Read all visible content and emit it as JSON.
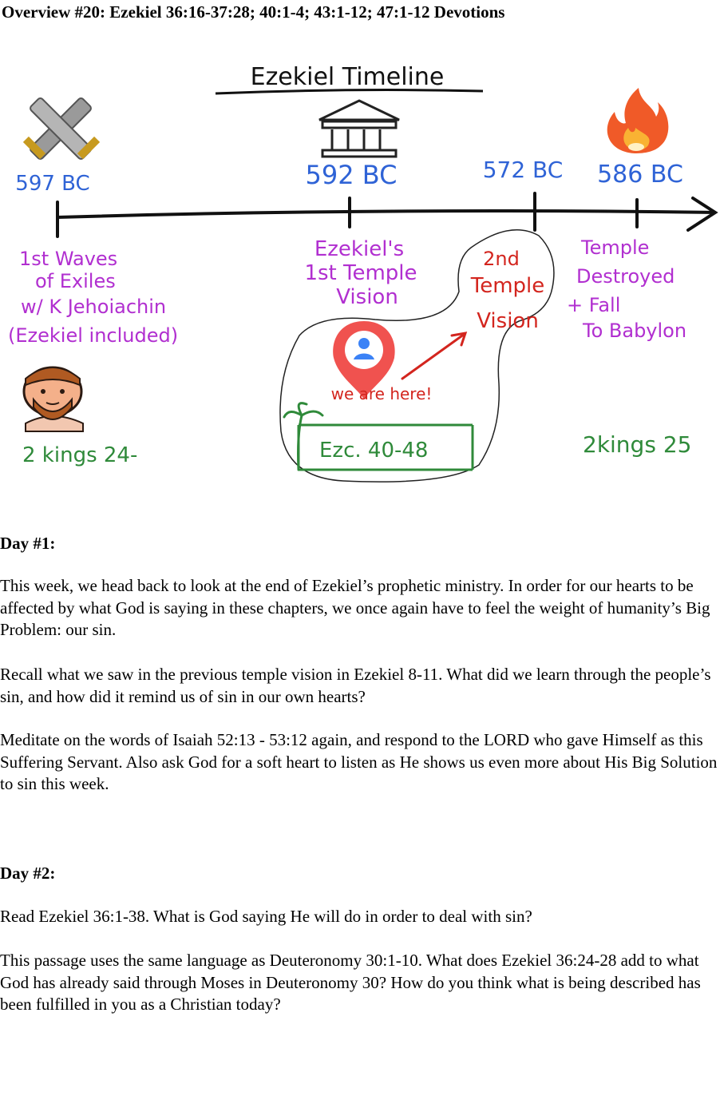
{
  "document": {
    "title": "Overview #20: Ezekiel 36:16-37:28; 40:1-4; 43:1-12; 47:1-12 Devotions"
  },
  "timeline": {
    "heading": "Ezekiel Timeline",
    "events": [
      {
        "date": "597 BC",
        "icon": "crossed-swords-icon",
        "lines": [
          "1st Waves",
          "of Exiles",
          "w/ K Jehoiachin",
          "(Ezekiel included)"
        ],
        "ref": "2 kings 24-"
      },
      {
        "date": "592 BC",
        "icon": "temple-icon",
        "lines": [
          "Ezekiel's",
          "1st Temple",
          "Vision"
        ],
        "ref": ""
      },
      {
        "date": "572 BC",
        "icon": "",
        "lines": [
          "2nd",
          "Temple",
          "Vision"
        ],
        "ref": ""
      },
      {
        "date": "586 BC",
        "icon": "fire-icon",
        "lines": [
          "Temple",
          "Destroyed",
          "+ Fall",
          "To Babylon"
        ],
        "ref": "2kings 25"
      }
    ],
    "here_label": "we are here!",
    "passage_label": "Ezc. 40-48"
  },
  "days": [
    {
      "heading": "Day #1:",
      "paragraphs": [
        "This week, we head back to look at the end of Ezekiel’s prophetic ministry. In order for our hearts to be affected by what God is saying in these chapters, we once again have to feel the weight of humanity’s Big Problem: our sin.",
        "Recall what we saw in the previous temple vision in Ezekiel 8-11. What did we learn through the people’s sin, and how did it remind us of sin in our own hearts?",
        "Meditate on the words of Isaiah 52:13 - 53:12 again, and respond to the LORD who gave Himself as this Suffering Servant. Also ask God for a soft heart to listen as He shows us even more about His Big Solution to sin this week."
      ]
    },
    {
      "heading": "Day #2:",
      "paragraphs": [
        "Read Ezekiel 36:1-38. What is God saying He will do in order to deal with sin?",
        "This passage uses the same language as Deuteronomy 30:1-10. What does Ezekiel 36:24-28 add to what God has already said through Moses in Deuteronomy 30? How do you think what is being described has been fulfilled in you as a Christian today?"
      ]
    }
  ],
  "colors": {
    "blue": "#2f63d6",
    "purple": "#b12fd0",
    "red": "#d3251e",
    "green": "#2f8a3a",
    "black": "#111111"
  }
}
